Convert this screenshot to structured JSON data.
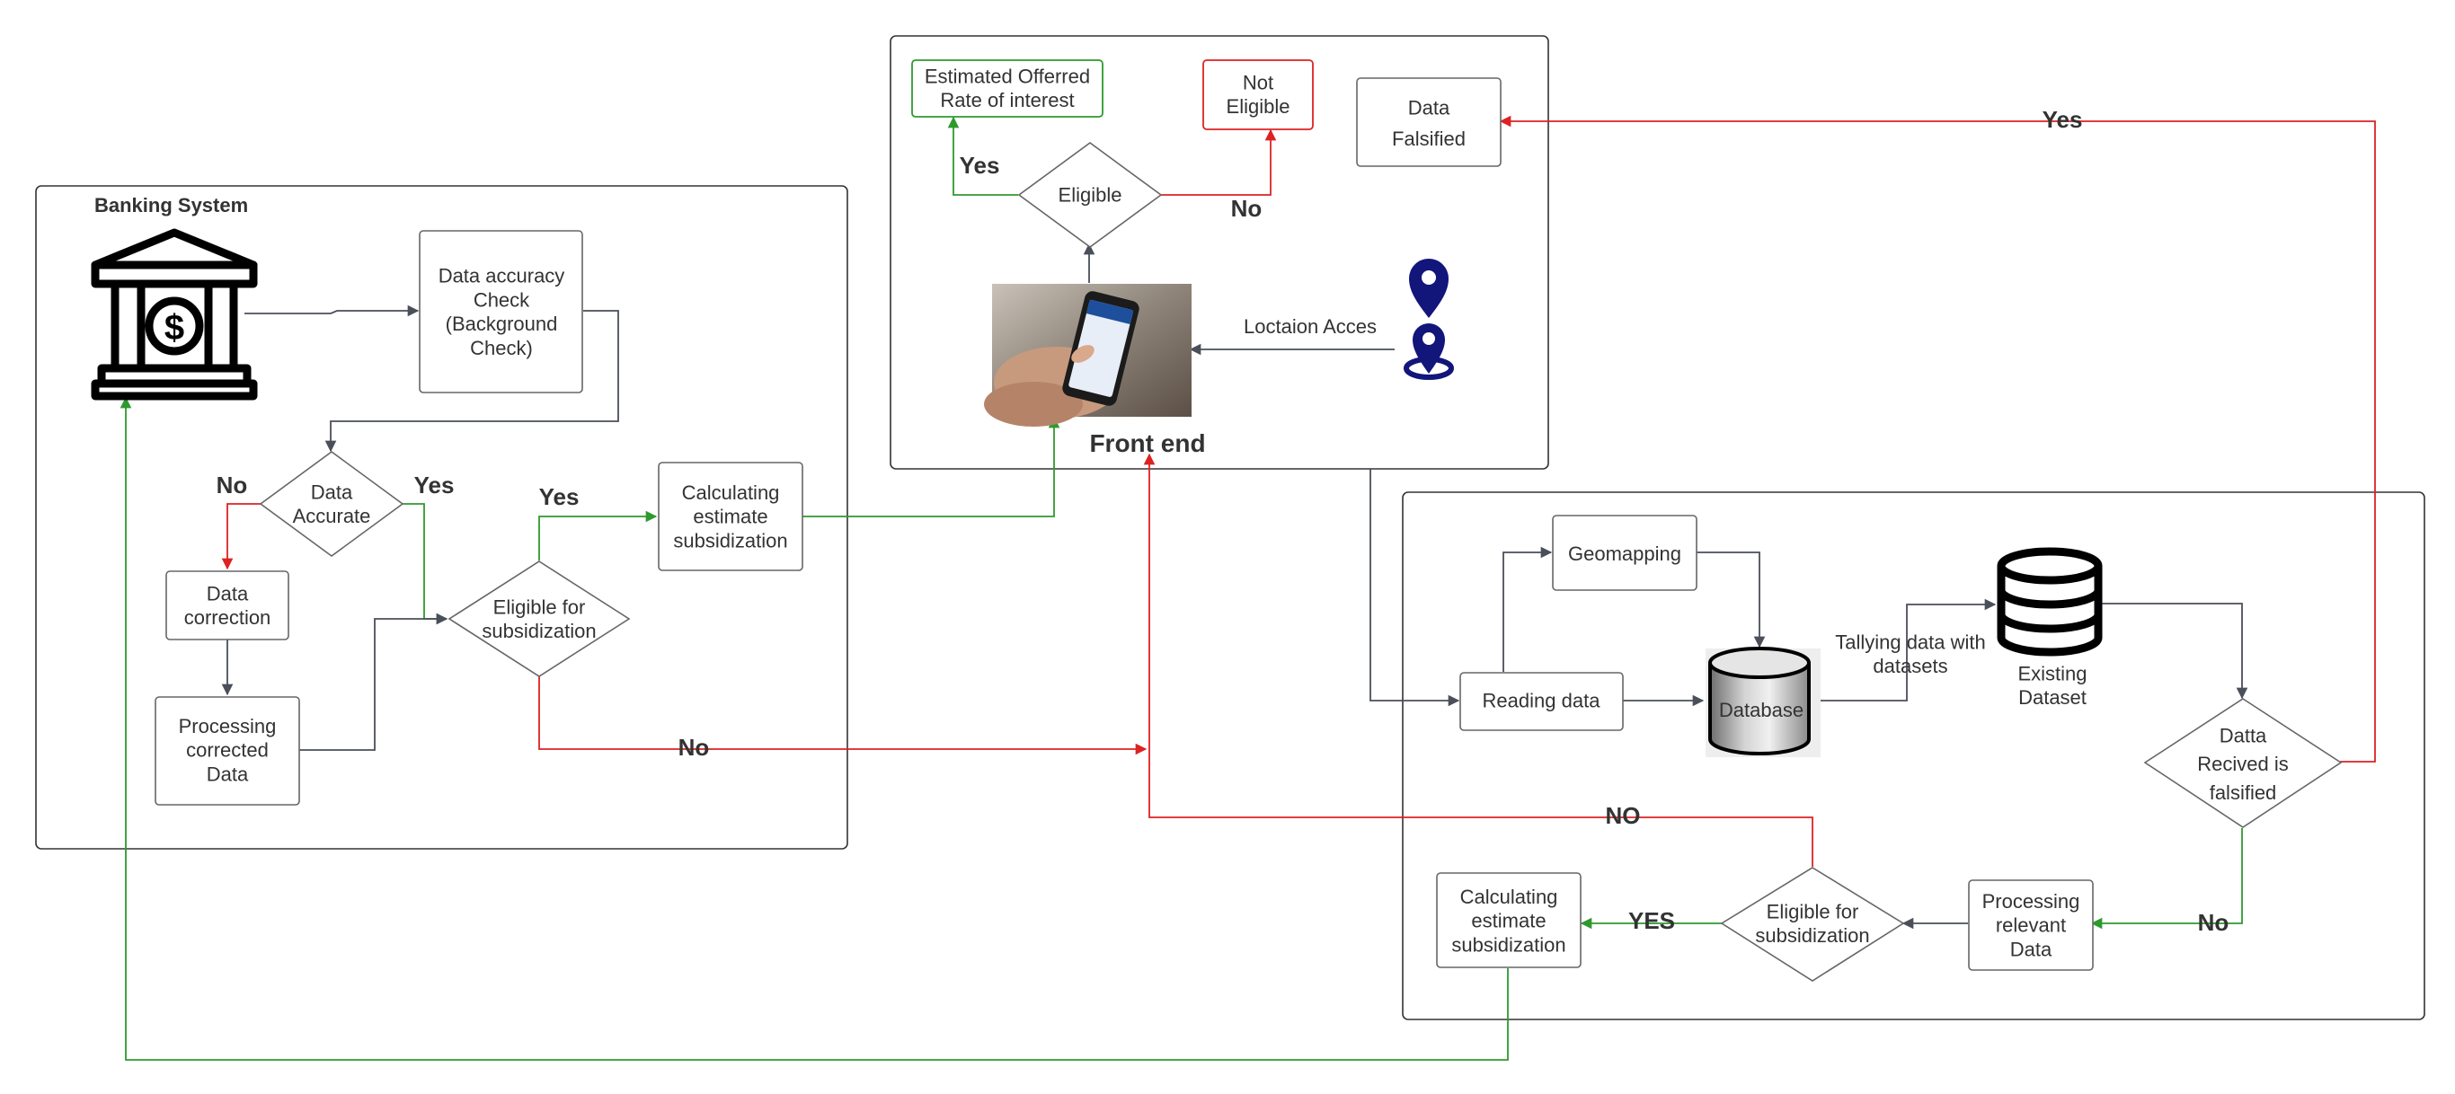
{
  "diagram": {
    "containers": {
      "banking": "Banking System",
      "frontend": "Front end"
    },
    "nodes": {
      "data_accuracy_check": [
        "Data accuracy",
        "Check",
        "(Background",
        "Check)"
      ],
      "data_accurate": [
        "Data",
        "Accurate"
      ],
      "data_correction": [
        "Data",
        "correction"
      ],
      "processing_corrected": [
        "Processing",
        "corrected",
        "Data"
      ],
      "eligible_subsidization_bank": [
        "Eligible for",
        "subsidization"
      ],
      "calc_estimate_bank": [
        "Calculating",
        "estimate",
        "subsidization"
      ],
      "est_offered_rate": [
        "Estimated Offerred",
        "Rate of interest"
      ],
      "not_eligible": [
        "Not",
        "Eligible"
      ],
      "data_falsified": [
        "Data",
        "Falsified"
      ],
      "eligible_frontend": [
        "Eligible"
      ],
      "location_access": "Loctaion Acces",
      "geomapping": [
        "Geomapping"
      ],
      "reading_data": [
        "Reading data"
      ],
      "database": "Database",
      "tallying": [
        "Tallying data with",
        "datasets"
      ],
      "existing_dataset": [
        "Existing",
        "Dataset"
      ],
      "data_received_falsified": [
        "Datta",
        "Recived is",
        "falsified"
      ],
      "processing_relevant": [
        "Processing",
        "relevant",
        "Data"
      ],
      "eligible_subsidization_back": [
        "Eligible for",
        "subsidization"
      ],
      "calc_estimate_back": [
        "Calculating",
        "estimate",
        "subsidization"
      ]
    },
    "edge_labels": {
      "no_accurate": "No",
      "yes_accurate": "Yes",
      "yes_eligible_bank": "Yes",
      "no_eligible_bank": "No",
      "yes_frontend": "Yes",
      "no_frontend": "No",
      "yes_falsified": "Yes",
      "no_falsified": "No",
      "yes_back": "YES",
      "no_back": "NO"
    },
    "colors": {
      "yes_edge": "#2e9a2e",
      "no_edge": "#dd2222",
      "default_edge": "#4a4f5a",
      "location_pin": "#12157a"
    }
  }
}
